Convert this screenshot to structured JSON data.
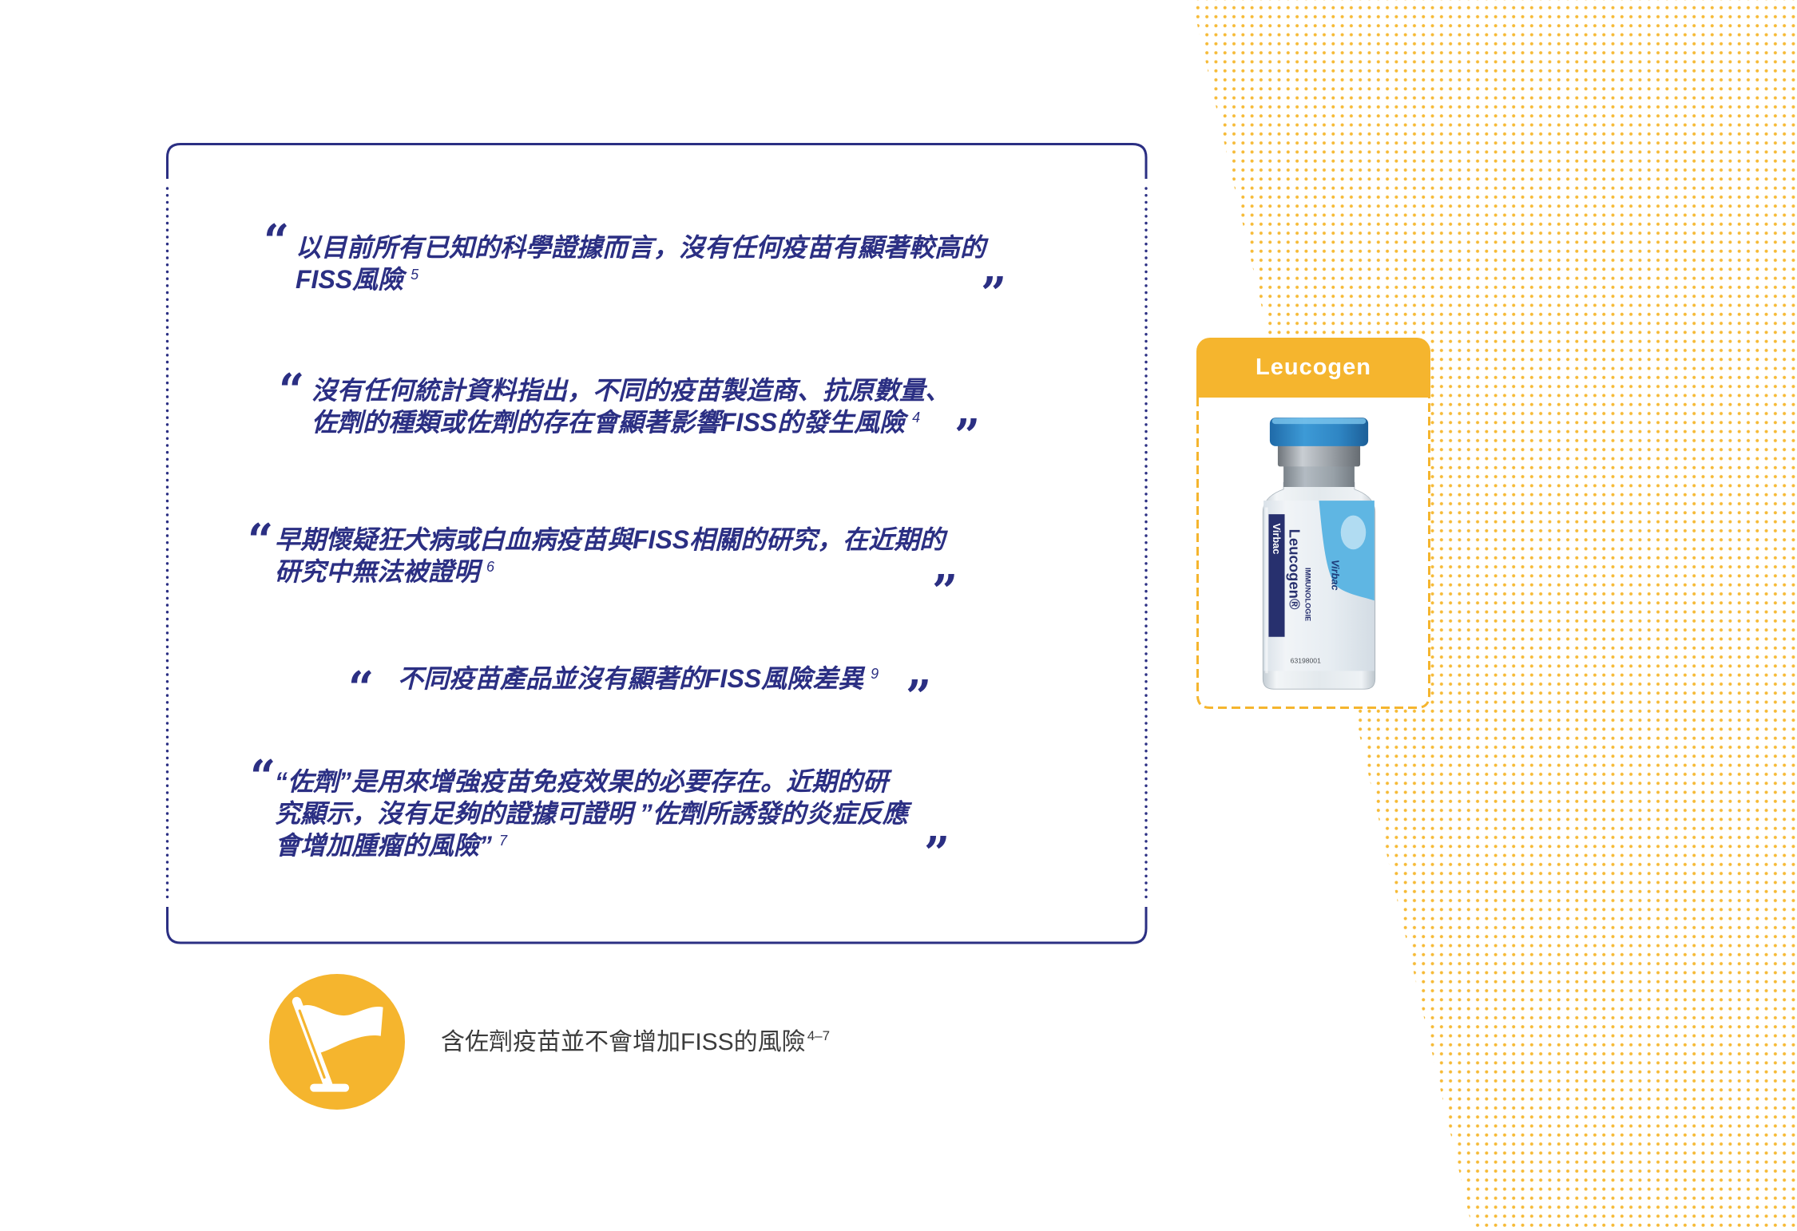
{
  "colors": {
    "navy": "#2b2f83",
    "accent_yellow": "#f5b52e",
    "body_text": "#3b3b3b"
  },
  "quote_marks": {
    "open": "“",
    "close": "”"
  },
  "quotes": [
    {
      "lines": [
        "以目前所有已知的科學證據而言，沒有任何疫苗有顯著較高的",
        "FISS風險"
      ],
      "ref": "5"
    },
    {
      "lines": [
        "沒有任何統計資料指出，不同的疫苗製造商、抗原數量、",
        "佐劑的種類或佐劑的存在會顯著影響FISS的發生風險"
      ],
      "ref": "4"
    },
    {
      "lines": [
        "早期懷疑狂犬病或白血病疫苗與FISS相關的研究，在近期的",
        "研究中無法被證明"
      ],
      "ref": "6"
    },
    {
      "lines": [
        "不同疫苗產品並沒有顯著的FISS風險差異"
      ],
      "ref": "9"
    },
    {
      "lines": [
        "“佐劑”是用來增強疫苗免疫效果的必要存在。近期的研",
        "究顯示，沒有足夠的證據可證明 ”佐劑所誘發的炎症反應",
        "會增加腫瘤的風險”"
      ],
      "ref": "7"
    }
  ],
  "callout": {
    "icon": "flag-icon",
    "text": "含佐劑疫苗並不會增加FISS的風險",
    "ref": "4–7"
  },
  "product_card": {
    "title": "Leucogen",
    "vial_label": {
      "brand": "Virbac",
      "product": "Leucogen®",
      "category": "IMMUNOLOGIE",
      "lot": "63198001"
    }
  }
}
